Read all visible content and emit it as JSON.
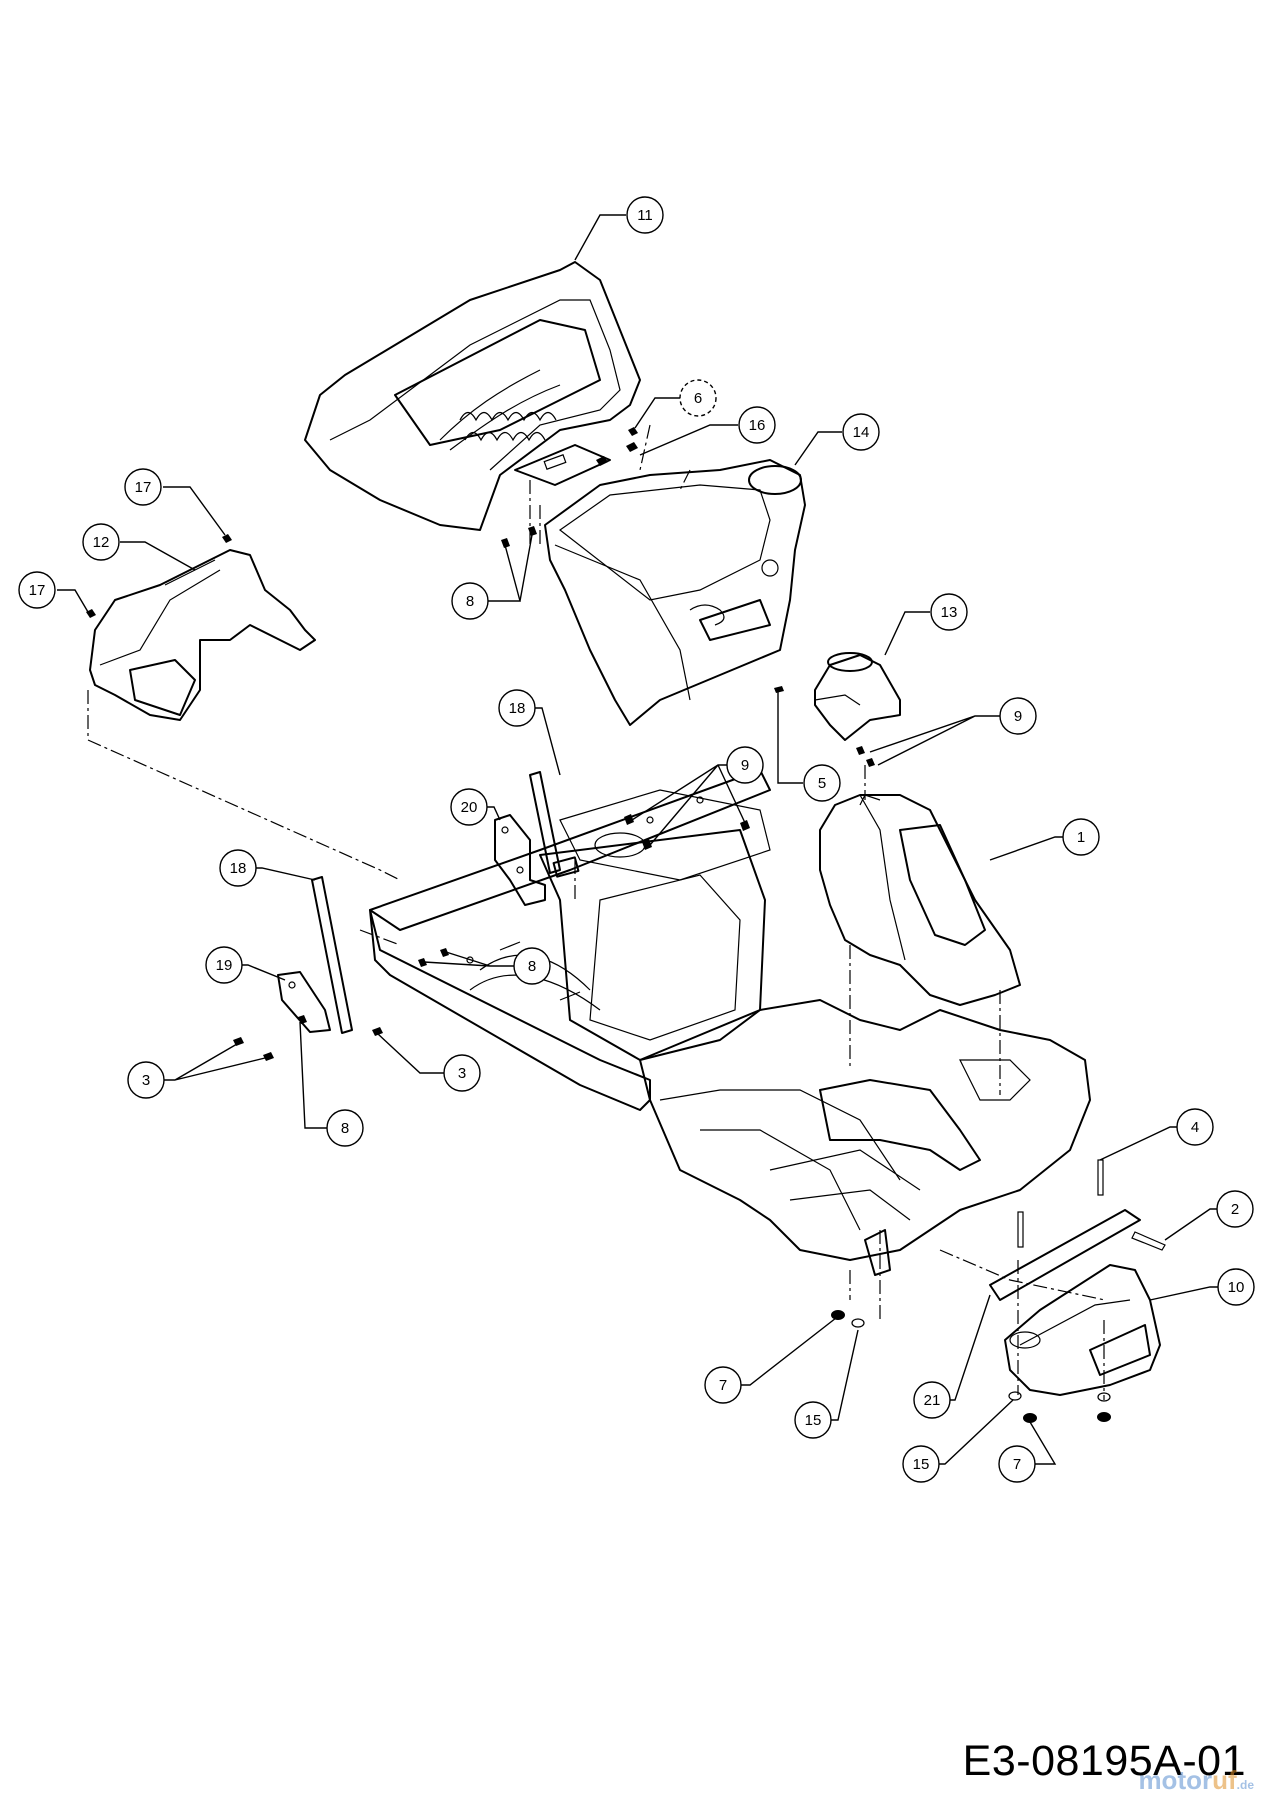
{
  "diagram_code": "E3-08195A-01",
  "watermark": {
    "part1": "motor",
    "part2": "uf",
    "suffix": ".de"
  },
  "callouts": [
    {
      "id": "c11",
      "label": "11"
    },
    {
      "id": "c6",
      "label": "6",
      "dashed": true
    },
    {
      "id": "c16",
      "label": "16"
    },
    {
      "id": "c14",
      "label": "14"
    },
    {
      "id": "c17a",
      "label": "17"
    },
    {
      "id": "c12",
      "label": "12"
    },
    {
      "id": "c17b",
      "label": "17"
    },
    {
      "id": "c8a",
      "label": "8"
    },
    {
      "id": "c13",
      "label": "13"
    },
    {
      "id": "c9a",
      "label": "9"
    },
    {
      "id": "c5",
      "label": "5"
    },
    {
      "id": "c18a",
      "label": "18"
    },
    {
      "id": "c9b",
      "label": "9"
    },
    {
      "id": "c20",
      "label": "20"
    },
    {
      "id": "c1",
      "label": "1"
    },
    {
      "id": "c18b",
      "label": "18"
    },
    {
      "id": "c8b",
      "label": "8"
    },
    {
      "id": "c19",
      "label": "19"
    },
    {
      "id": "c3a",
      "label": "3"
    },
    {
      "id": "c3b",
      "label": "3"
    },
    {
      "id": "c8c",
      "label": "8"
    },
    {
      "id": "c4",
      "label": "4"
    },
    {
      "id": "c2",
      "label": "2"
    },
    {
      "id": "c10",
      "label": "10"
    },
    {
      "id": "c7a",
      "label": "7"
    },
    {
      "id": "c15a",
      "label": "15"
    },
    {
      "id": "c21",
      "label": "21"
    },
    {
      "id": "c15b",
      "label": "15"
    },
    {
      "id": "c7b",
      "label": "7"
    }
  ]
}
